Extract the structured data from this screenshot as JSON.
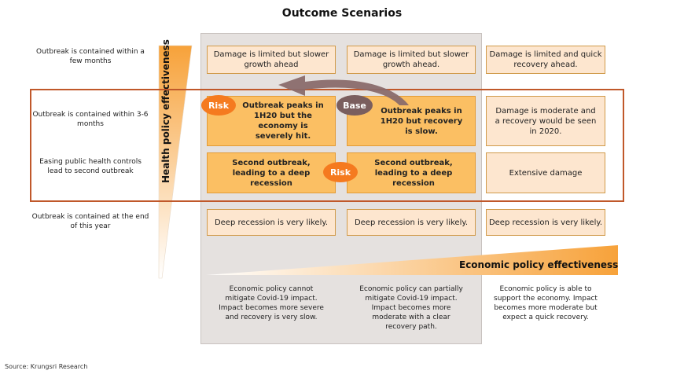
{
  "title": "Outcome Scenarios",
  "source": "Source: Krungsri Research",
  "axes": {
    "health": "Health policy effectiveness",
    "economic": "Economic policy effectiveness"
  },
  "rows": [
    "Outbreak is contained within a few months",
    "Outbreak is contained within 3-6 months",
    "Easing public health controls lead to second outbreak",
    "Outbreak is contained at the end of this year"
  ],
  "cells": {
    "r1c1": "Damage is limited but slower growth ahead",
    "r1c2": "Damage is limited but slower growth ahead.",
    "r1c3": "Damage is limited and quick recovery ahead.",
    "r2c1": "Outbreak peaks in 1H20 but the economy is severely hit.",
    "r2c2": "Outbreak peaks in 1H20 but recovery is slow.",
    "r2c3": "Damage is moderate and a recovery would be seen in 2020.",
    "r3c1": "Second outbreak, leading to a deep recession",
    "r3c2": "Second outbreak, leading to a deep recession",
    "r3c3": "Extensive damage",
    "r4c1": "Deep recession is very likely.",
    "r4c2": "Deep recession is very likely.",
    "r4c3": "Deep recession is very likely."
  },
  "badges": {
    "risk1": "Risk",
    "base": "Base",
    "risk2": "Risk"
  },
  "column_notes": [
    "Economic policy cannot mitigate Covid-19 impact. Impact becomes more severe and recovery is very slow.",
    "Economic policy can partially mitigate Covid-19 impact. Impact becomes more moderate with a clear recovery path.",
    "Economic policy is able to support the economy. Impact becomes more moderate but  expect a quick recovery."
  ],
  "colors": {
    "strong_fill": "#fbbf63",
    "pale_fill": "#fde6cf",
    "risk": "#f57a1f",
    "base": "#7a5e5e",
    "outline": "#c0582a",
    "arrow": "#8a6b6b"
  }
}
